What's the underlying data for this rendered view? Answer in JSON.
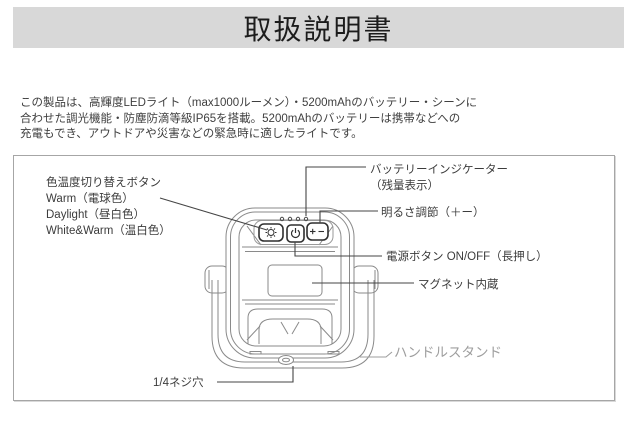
{
  "header": {
    "title": "取扱説明書",
    "bg_color": "#d8d8d8"
  },
  "intro": {
    "lines": [
      "この製品は、高輝度LEDライト（max1000ルーメン）・5200mAhのバッテリー・シーンに",
      "合わせた調光機能・防塵防滴等級IP65を搭載。5200mAhのバッテリーは携帯などへの",
      "充電もでき、アウトドアや災害などの緊急時に適したライトです。"
    ]
  },
  "diagram": {
    "labels": {
      "color_temp": {
        "title": "色温度切り替えボタン",
        "modes": [
          "Warm（電球色）",
          "Daylight（昼白色）",
          "White&Warm（温白色）"
        ]
      },
      "battery": {
        "line1": "バッテリーインジケーター",
        "line2": "（残量表示）"
      },
      "brightness": "明るさ調節（＋ー）",
      "power": "電源ボタン ON/OFF（長押し）",
      "magnet": "マグネット内蔵",
      "handle": "ハンドルスタンド",
      "screw": "1/4ネジ穴"
    },
    "icons": {
      "color_temp_button": "sun-icon",
      "power_button": "power-icon",
      "dimmer_button": "plus-minus-icon",
      "battery_indicator": "battery-led-dots-icon"
    },
    "colors": {
      "device_line": "#8a8a8a",
      "button_line": "#2f2f2f",
      "leader_line": "#454545",
      "muted_label": "#9e9e9e",
      "box_border": "#a6a6a6"
    }
  }
}
